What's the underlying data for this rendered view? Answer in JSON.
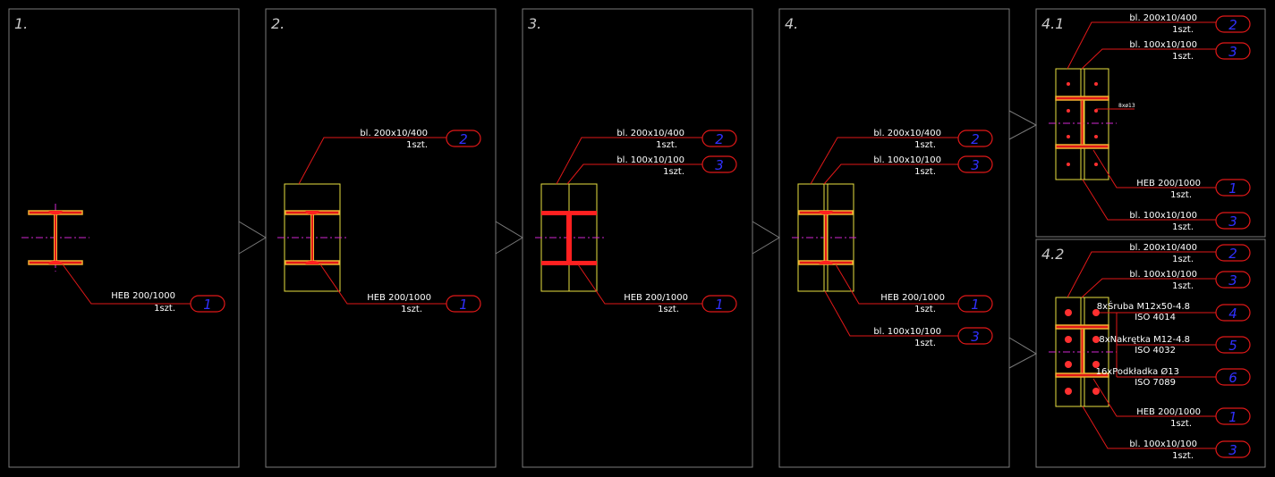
{
  "panels": [
    {
      "title": "1."
    },
    {
      "title": "2."
    },
    {
      "title": "3."
    },
    {
      "title": "4."
    },
    {
      "title": "4.1"
    },
    {
      "title": "4.2"
    }
  ],
  "labels": {
    "heb": "HEB 200/1000",
    "qty": "1szt.",
    "plate400": "bl. 200x10/400",
    "plate100": "bl. 100x10/100",
    "bolt": "8xŚruba M12x50-4.8",
    "bolt_std": "ISO 4014",
    "nut": "8xNakrętka M12-4.8",
    "nut_std": "ISO 4032",
    "washer": "16xPodkładka Ø13",
    "washer_std": "ISO 7089",
    "holes": "8xø13"
  },
  "bubbles": {
    "n1": "1",
    "n2": "2",
    "n3": "3",
    "n4": "4",
    "n5": "5",
    "n6": "6"
  }
}
